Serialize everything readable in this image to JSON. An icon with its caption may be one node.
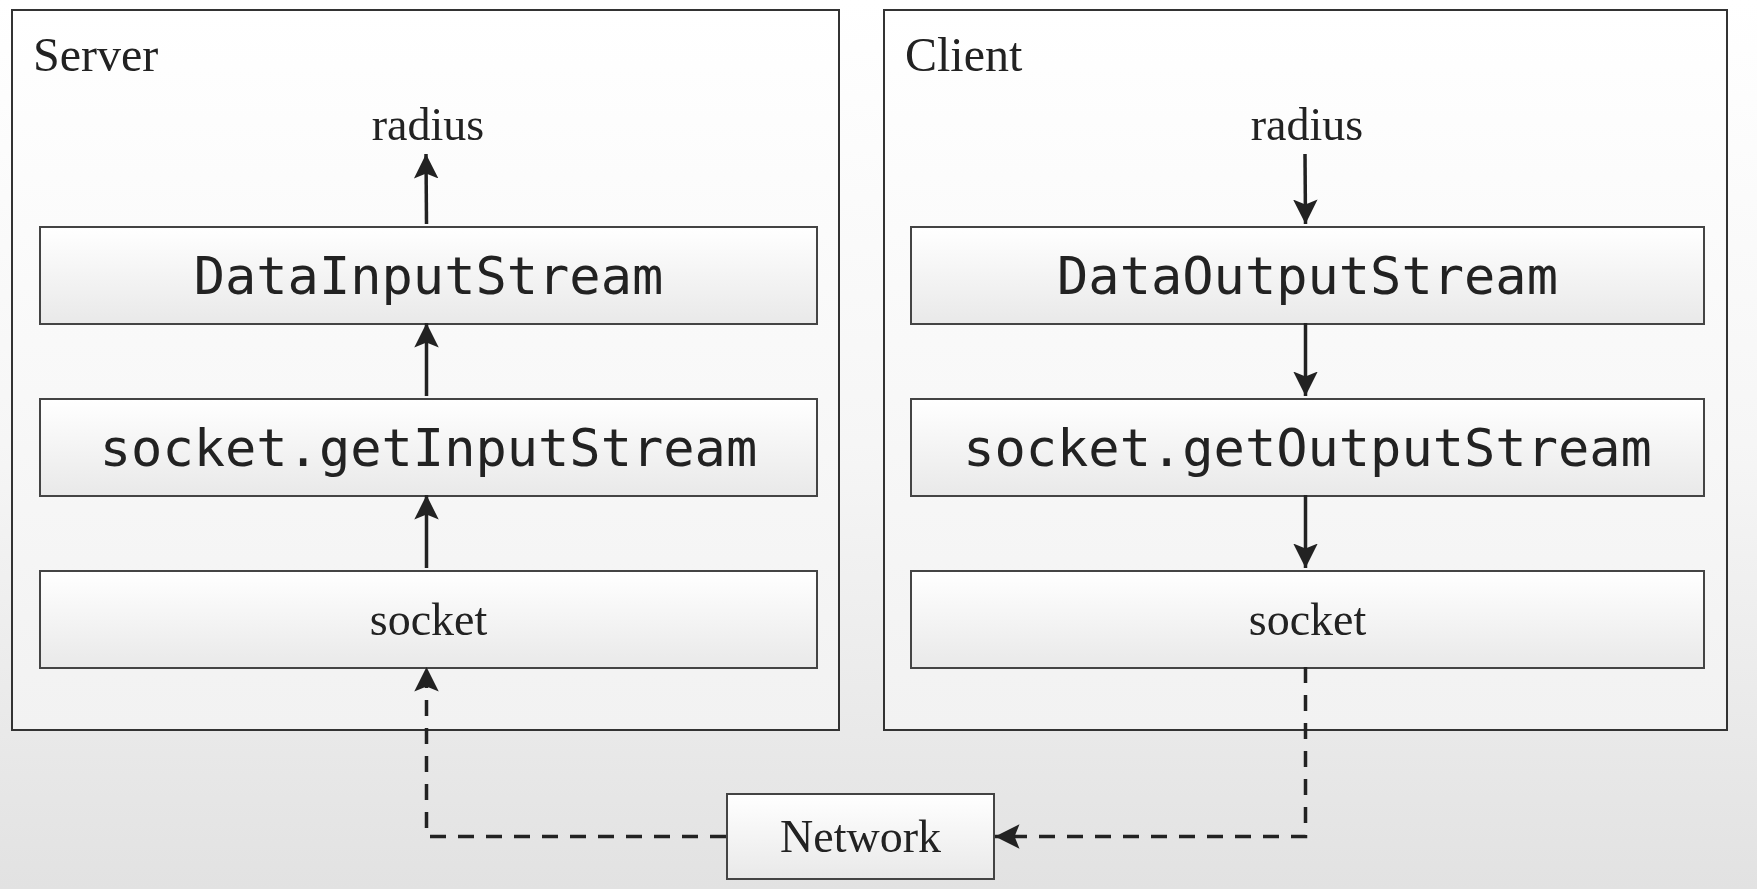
{
  "diagram": {
    "nodes": [
      {
        "text": [
          "Server"
        ]
      },
      {
        "text": [
          "radius"
        ],
        "in": 0
      },
      {
        "text": [
          "DataInputStream"
        ],
        "in": 0
      },
      {
        "text": [
          "socket.getInputStream"
        ],
        "in": 0
      },
      {
        "text": [
          "socket"
        ],
        "in": 0
      },
      {
        "text": [
          "Client"
        ]
      },
      {
        "text": [
          "radius"
        ],
        "in": 5
      },
      {
        "text": [
          "DataOutputStream"
        ],
        "in": 5
      },
      {
        "text": [
          "socket.getOutputStream"
        ],
        "in": 5
      },
      {
        "text": [
          "socket"
        ],
        "in": 5
      },
      {
        "text": [
          "Network"
        ]
      }
    ],
    "edges": [
      {
        "from": 2,
        "to": 1,
        "arrow": "to"
      },
      {
        "from": 3,
        "to": 2,
        "arrow": "to"
      },
      {
        "from": 4,
        "to": 3,
        "arrow": "to"
      },
      {
        "from": 10,
        "to": 4,
        "arrow": "to",
        "style": "dashed"
      },
      {
        "from": 6,
        "to": 7,
        "arrow": "to"
      },
      {
        "from": 7,
        "to": 8,
        "arrow": "to"
      },
      {
        "from": 8,
        "to": 9,
        "arrow": "to"
      },
      {
        "from": 9,
        "to": 10,
        "arrow": "to",
        "style": "dashed"
      }
    ]
  }
}
